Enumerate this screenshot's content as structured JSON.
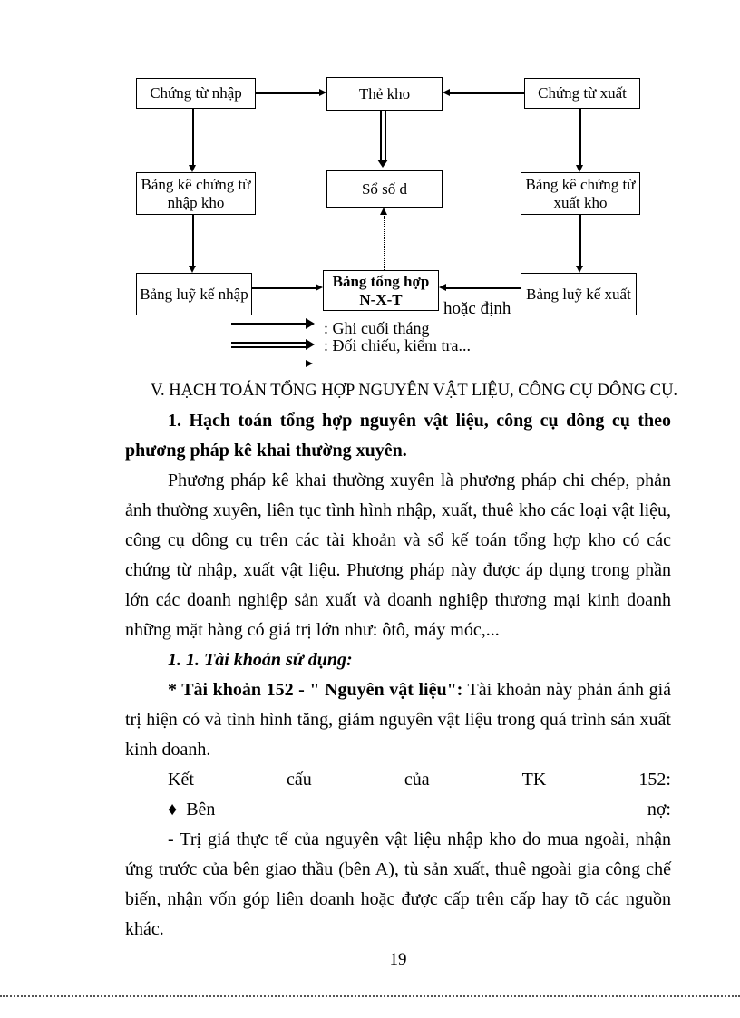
{
  "flowchart": {
    "boxes": {
      "chung_tu_nhap": "Chứng từ nhập",
      "the_kho": "Thẻ kho",
      "chung_tu_xuat": "Chứng từ xuất",
      "bang_ke_nhap": "Bảng kê chứng từ nhập kho",
      "so_so_d": "Sổ số d",
      "bang_ke_xuat": "Bảng kê chứng từ xuất kho",
      "bang_luy_ke_nhap": "Bảng luỹ kế nhập",
      "bang_tong_hop": "Bảng tổng hợp N-X-T",
      "bang_luy_ke_xuat": "Bảng luỹ kế xuất"
    },
    "note": "hoặc định",
    "legend": {
      "solid": ":  Ghi cuối tháng",
      "double": ":  Đối chiếu, kiểm tra..."
    }
  },
  "content": {
    "section_heading": "V. HẠCH TOÁN TỔNG HỢP NGUYÊN VẬT LIỆU, CÔNG CỤ DÔNG CỤ.",
    "sub_heading": "1. Hạch toán tổng hợp nguyên vật liệu, công cụ dông cụ theo phương pháp kê khai thường xuyên.",
    "para1": "Phương pháp kê khai thường xuyên là phương pháp chi chép, phản ảnh thường xuyên, liên tục tình hình nhập, xuất, thuê kho các loại vật liệu, công cụ dông cụ trên các tài khoản và sổ kế toán tổng hợp kho có các chứng từ nhập, xuất vật liệu.  Phương pháp này được áp dụng trong phần lớn các doanh nghiệp sản xuất và doanh nghiệp thương mại kinh doanh những mặt hàng có giá trị lớn như: ôtô, máy móc,...",
    "sub_sub_heading": "1. 1. Tài khoản sử dụng:",
    "tk152_bold": "* Tài khoản 152 - \" Nguyên vật liệu\":",
    "tk152_rest": " Tài khoản này phản ánh giá trị hiện có và tình hình tăng, giảm nguyên vật liệu  trong quá trình sản xuất kinh doanh.",
    "ket_cau_words": [
      "Kết",
      "cấu",
      "của",
      "TK",
      "152:"
    ],
    "ben_no": {
      "bullet": "♦",
      "left": "Bên",
      "right": "nợ:"
    },
    "para2": "- Trị giá thực tế của nguyên vật liệu  nhập kho do mua ngoài, nhận ứng trước của bên giao thầu (bên A), tù sản xuất, thuê ngoài gia công chế biến, nhận vốn góp liên  doanh hoặc được cấp trên cấp hay tõ các nguồn khác."
  },
  "page_number": "19"
}
